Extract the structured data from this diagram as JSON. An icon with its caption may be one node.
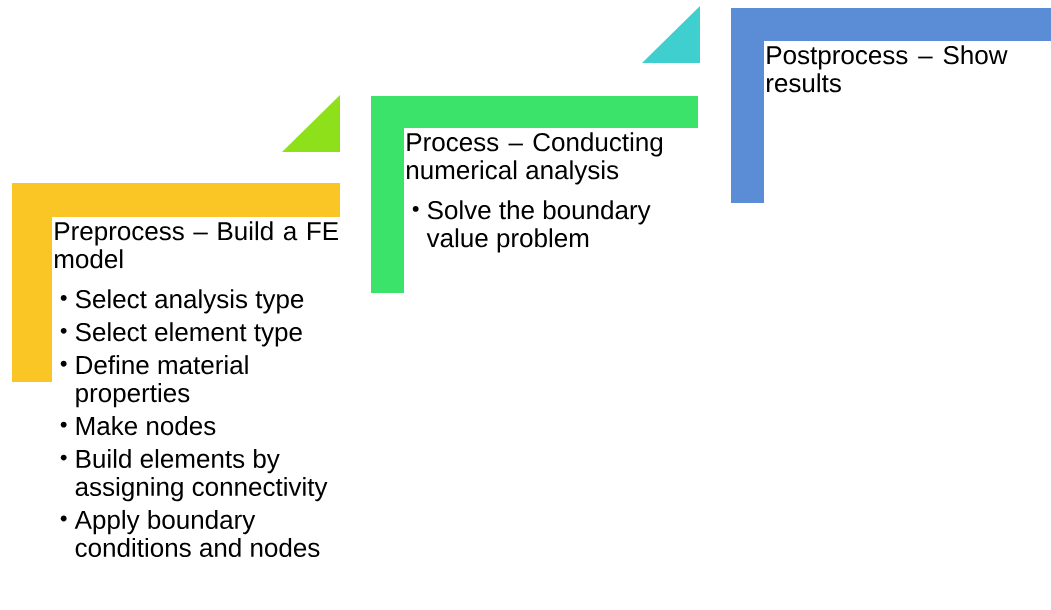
{
  "diagram": {
    "nodes": [
      {
        "text": [
          "Preprocess – Build a FE model",
          "Select analysis type",
          "Select element type",
          "Define material properties",
          "Make nodes",
          "Build elements by assigning connectivity",
          "Apply boundary conditions and nodes"
        ]
      },
      {
        "text": [
          "Process – Conducting numerical analysis",
          "Solve the boundary value problem"
        ]
      },
      {
        "text": [
          "Postprocess – Show results"
        ]
      }
    ]
  }
}
